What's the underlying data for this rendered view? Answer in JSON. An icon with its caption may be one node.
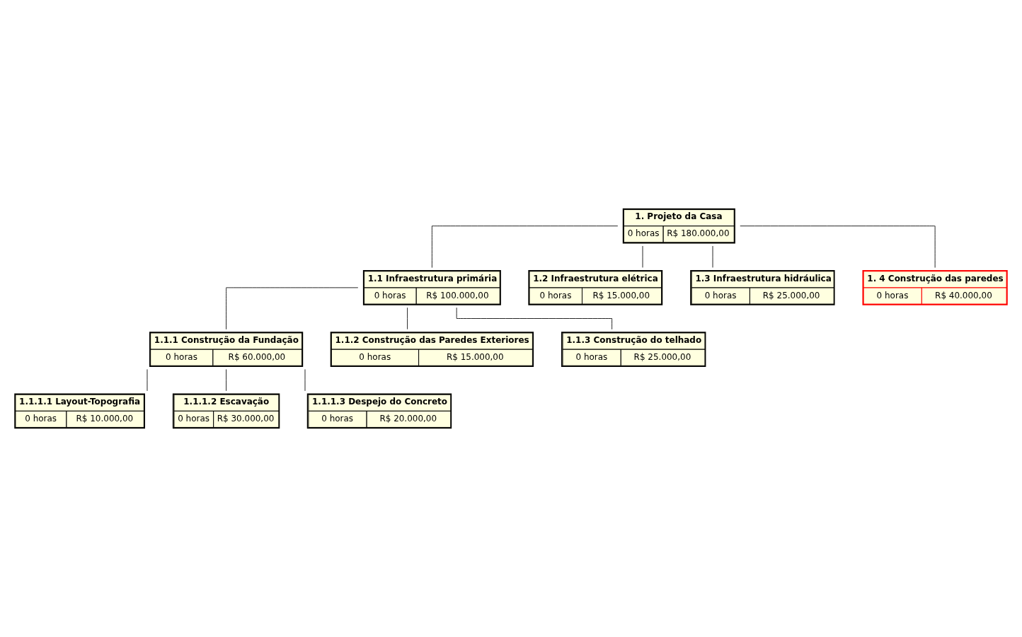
{
  "diagram": {
    "nodes": [
      {
        "text": [
          "1. Projeto da Casa",
          "0 horas",
          "R$ 180.000,00"
        ]
      },
      {
        "text": [
          "1.1 Infraestrutura primária",
          "0 horas",
          "R$ 100.000,00"
        ]
      },
      {
        "text": [
          "1.1.1 Construção da Fundação",
          "0 horas",
          "R$ 60.000,00"
        ]
      },
      {
        "text": [
          "1.1.1.1 Layout-Topografia",
          "0 horas",
          "R$ 10.000,00"
        ]
      },
      {
        "text": [
          "1.1.1.2 Escavação",
          "0 horas",
          "R$ 30.000,00"
        ]
      },
      {
        "text": [
          "1.1.1.3 Despejo do Concreto",
          "0 horas",
          "R$ 20.000,00"
        ]
      },
      {
        "text": [
          "1.1.2 Construção das Paredes Exteriores",
          "0 horas",
          "R$ 15.000,00"
        ]
      },
      {
        "text": [
          "1.1.3 Construção do telhado",
          "0 horas",
          "R$ 25.000,00"
        ]
      },
      {
        "text": [
          "1.2 Infraestrutura elétrica",
          "0 horas",
          "R$ 15.000,00"
        ]
      },
      {
        "text": [
          "1.3 Infraestrutura hidráulica",
          "0 horas",
          "R$ 25.000,00"
        ]
      },
      {
        "text": [
          "1. 4 Construção das paredes",
          "0 horas",
          "R$ 40.000,00"
        ]
      }
    ],
    "edges": [
      {
        "from": 0,
        "to": 1,
        "arrow": "none"
      },
      {
        "from": 0,
        "to": 8,
        "arrow": "none"
      },
      {
        "from": 0,
        "to": 9,
        "arrow": "none"
      },
      {
        "from": 0,
        "to": 10,
        "arrow": "none"
      },
      {
        "from": 1,
        "to": 2,
        "arrow": "none"
      },
      {
        "from": 1,
        "to": 6,
        "arrow": "none"
      },
      {
        "from": 1,
        "to": 7,
        "arrow": "none"
      },
      {
        "from": 2,
        "to": 3,
        "arrow": "none"
      },
      {
        "from": 2,
        "to": 4,
        "arrow": "none"
      },
      {
        "from": 2,
        "to": 5,
        "arrow": "none"
      }
    ]
  }
}
